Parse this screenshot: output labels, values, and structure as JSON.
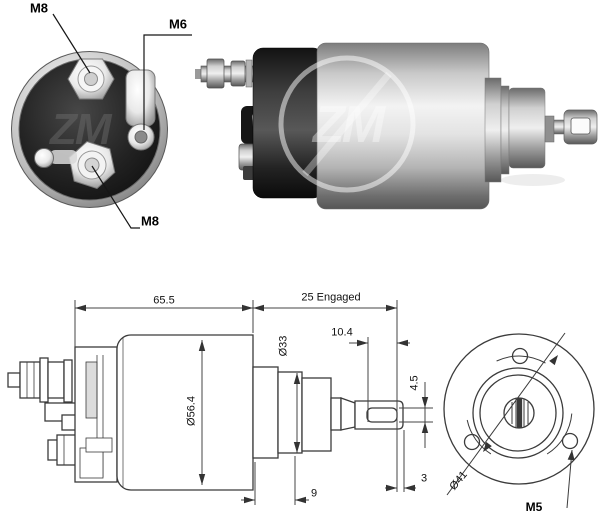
{
  "brand_watermark": "ZM",
  "terminal_view": {
    "m8_top": "M8",
    "m6": "M6",
    "m8_bottom": "M8"
  },
  "drawing": {
    "body_length": "65.5",
    "engaged_length": "25 Engaged",
    "travel": "10.4",
    "boss_diameter": "Ø33",
    "body_diameter": "Ø56.4",
    "fork_slot_height": "4.5",
    "tip_offset": "3",
    "boss_length": "9"
  },
  "mount_view": {
    "bolt_circle_diameter": "Ø41",
    "thread_size": "M5"
  }
}
